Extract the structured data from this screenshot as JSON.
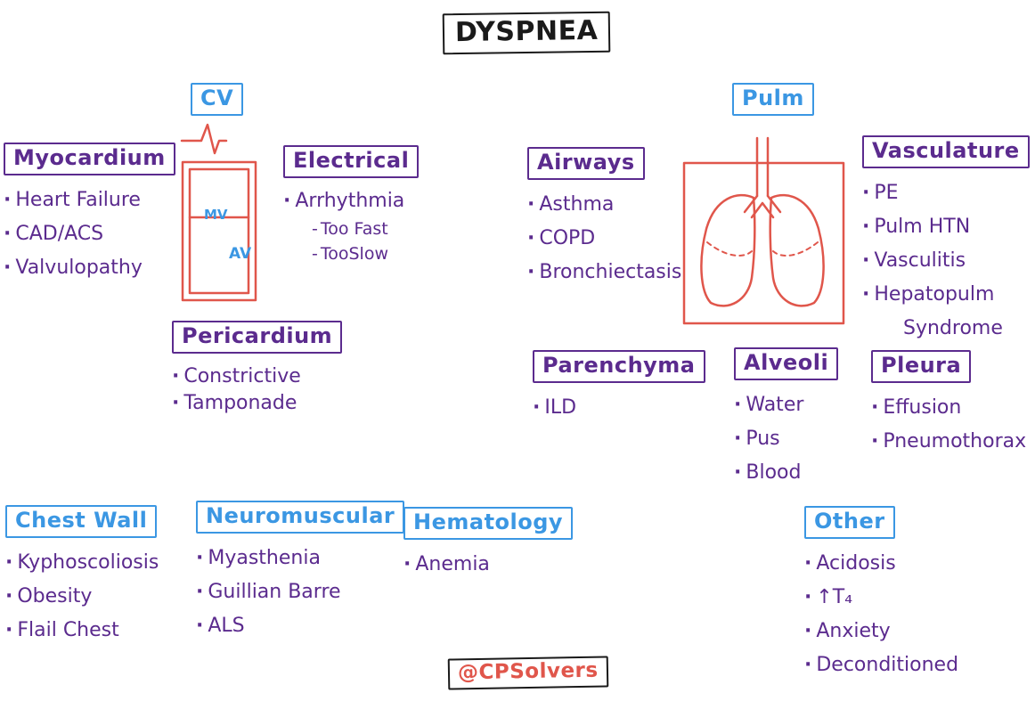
{
  "title": "DYSPNEA",
  "credit": "@CPSolvers",
  "colors": {
    "purple": "#5b2b8e",
    "blue": "#3b97e3",
    "red": "#e0564b",
    "ink": "#1a1a1a"
  },
  "branches": {
    "cv": {
      "label": "CV"
    },
    "pulm": {
      "label": "Pulm"
    }
  },
  "heart": {
    "mv": "MV",
    "av": "AV"
  },
  "sections": {
    "myocardium": {
      "title": "Myocardium",
      "items": [
        "Heart Failure",
        "CAD/ACS",
        "Valvulopathy"
      ]
    },
    "electrical": {
      "title": "Electrical",
      "items": [
        "Arrhythmia"
      ],
      "subitems": [
        "Too Fast",
        "TooSlow"
      ]
    },
    "pericardium": {
      "title": "Pericardium",
      "items": [
        "Constrictive",
        "Tamponade"
      ]
    },
    "airways": {
      "title": "Airways",
      "items": [
        "Asthma",
        "COPD",
        "Bronchiectasis"
      ]
    },
    "vasculature": {
      "title": "Vasculature",
      "items": [
        "PE",
        "Pulm HTN",
        "Vasculitis",
        "Hepatopulm Syndrome"
      ]
    },
    "parenchyma": {
      "title": "Parenchyma",
      "items": [
        "ILD"
      ]
    },
    "alveoli": {
      "title": "Alveoli",
      "items": [
        "Water",
        "Pus",
        "Blood"
      ]
    },
    "pleura": {
      "title": "Pleura",
      "items": [
        "Effusion",
        "Pneumothorax"
      ]
    },
    "chest_wall": {
      "title": "Chest Wall",
      "items": [
        "Kyphoscoliosis",
        "Obesity",
        "Flail Chest"
      ]
    },
    "neuromuscular": {
      "title": "Neuromuscular",
      "items": [
        "Myasthenia",
        "Guillian Barre",
        "ALS"
      ]
    },
    "hematology": {
      "title": "Hematology",
      "items": [
        "Anemia"
      ]
    },
    "other": {
      "title": "Other",
      "items": [
        "Acidosis",
        "↑T₄",
        "Anxiety",
        "Deconditioned"
      ]
    }
  }
}
